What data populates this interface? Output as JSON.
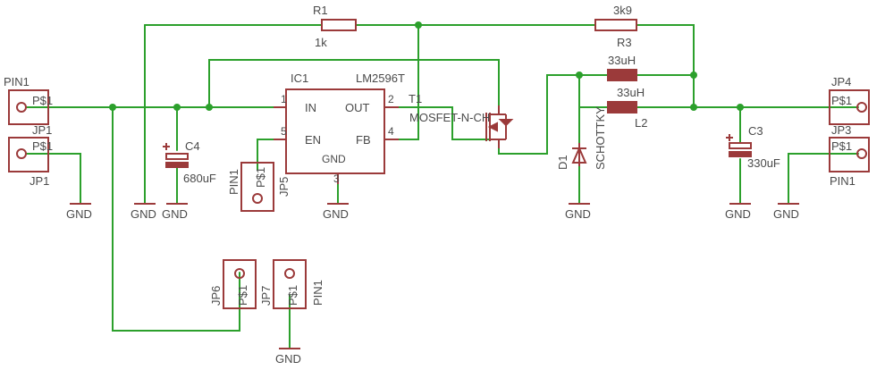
{
  "schematic": {
    "resistors": {
      "r1": {
        "name": "R1",
        "value": "1k"
      },
      "r3": {
        "name": "R3",
        "value": "3k9"
      }
    },
    "inductors": {
      "l_top": {
        "value": "33uH"
      },
      "l2": {
        "name": "L2",
        "value": "33uH"
      }
    },
    "ic": {
      "name": "IC1",
      "part": "LM2596T",
      "pins": {
        "in": "IN",
        "out": "OUT",
        "en": "EN",
        "fb": "FB",
        "gnd": "GND",
        "n1": "1",
        "n2": "2",
        "n3": "3",
        "n4": "4",
        "n5": "5"
      }
    },
    "mosfet": {
      "name": "T1",
      "part": "MOSFET-N-CH"
    },
    "diode": {
      "name": "D1",
      "part": "SCHOTTKY"
    },
    "caps": {
      "c4": {
        "name": "C4",
        "value": "680uF"
      },
      "c3": {
        "name": "C3",
        "value": "330uF"
      }
    },
    "jumpers": {
      "jp_in_top": {
        "pin": "PIN1",
        "pad": "P$1"
      },
      "jp1": {
        "name": "JP1",
        "pin": "PIN1",
        "pad": "P$1"
      },
      "jp5": {
        "name": "JP5",
        "pin": "PIN1",
        "pad": "P$1"
      },
      "jp6": {
        "name": "JP6",
        "pad": "P$1"
      },
      "jp7": {
        "name": "JP7",
        "pin": "PIN1",
        "pad": "P$1"
      },
      "jp4": {
        "name": "JP4",
        "pad": "P$1"
      },
      "jp3": {
        "name": "JP3",
        "pin": "PIN1",
        "pad": "P$1"
      }
    },
    "gnd_label": "GND"
  }
}
